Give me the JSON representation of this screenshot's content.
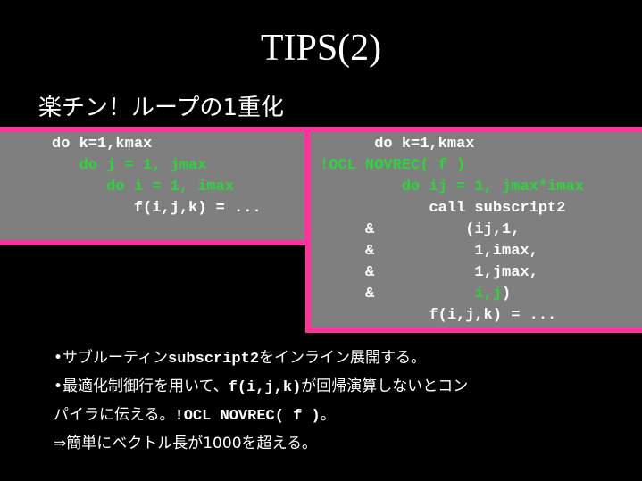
{
  "slide": {
    "title": "TIPS(2)",
    "subtitle": "楽チン！ループの1重化"
  },
  "left_code": [
    "do k=1,kmax",
    "   do j = 1, jmax",
    "      do i = 1, imax",
    "         f(i,j,k) = ..."
  ],
  "right_code": [
    "      do k=1,kmax",
    "!OCL NOVREC( f )",
    "         do ij = 1, jmax*imax",
    "            call subscript2",
    "     &          (ij,1,",
    "     &           1,imax,",
    "     &           1,jmax,",
    "     &           ",
    "i,j",
    ")",
    "            f(i,j,k) = ..."
  ],
  "bullets": {
    "b1_prefix": "•サブルーティン",
    "b1_mono": "subscript2",
    "b1_suffix": "をインライン展開する。",
    "b2_prefix": "•最適化制御行を用いて、",
    "b2_mono": "f(i,j,k)",
    "b2_suffix": "が回帰演算しないとコン",
    "b2_line2_prefix": "パイラに伝える。",
    "b2_line2_mono": "!OCL NOVREC( f )",
    "b2_line2_suffix": "。",
    "b3": "⇒簡単にベクトル長が1000を超える。"
  },
  "colors": {
    "background": "#000000",
    "box_fill": "#7f7f7f",
    "box_border": "#ff3399",
    "code_green": "#2bd63a"
  }
}
